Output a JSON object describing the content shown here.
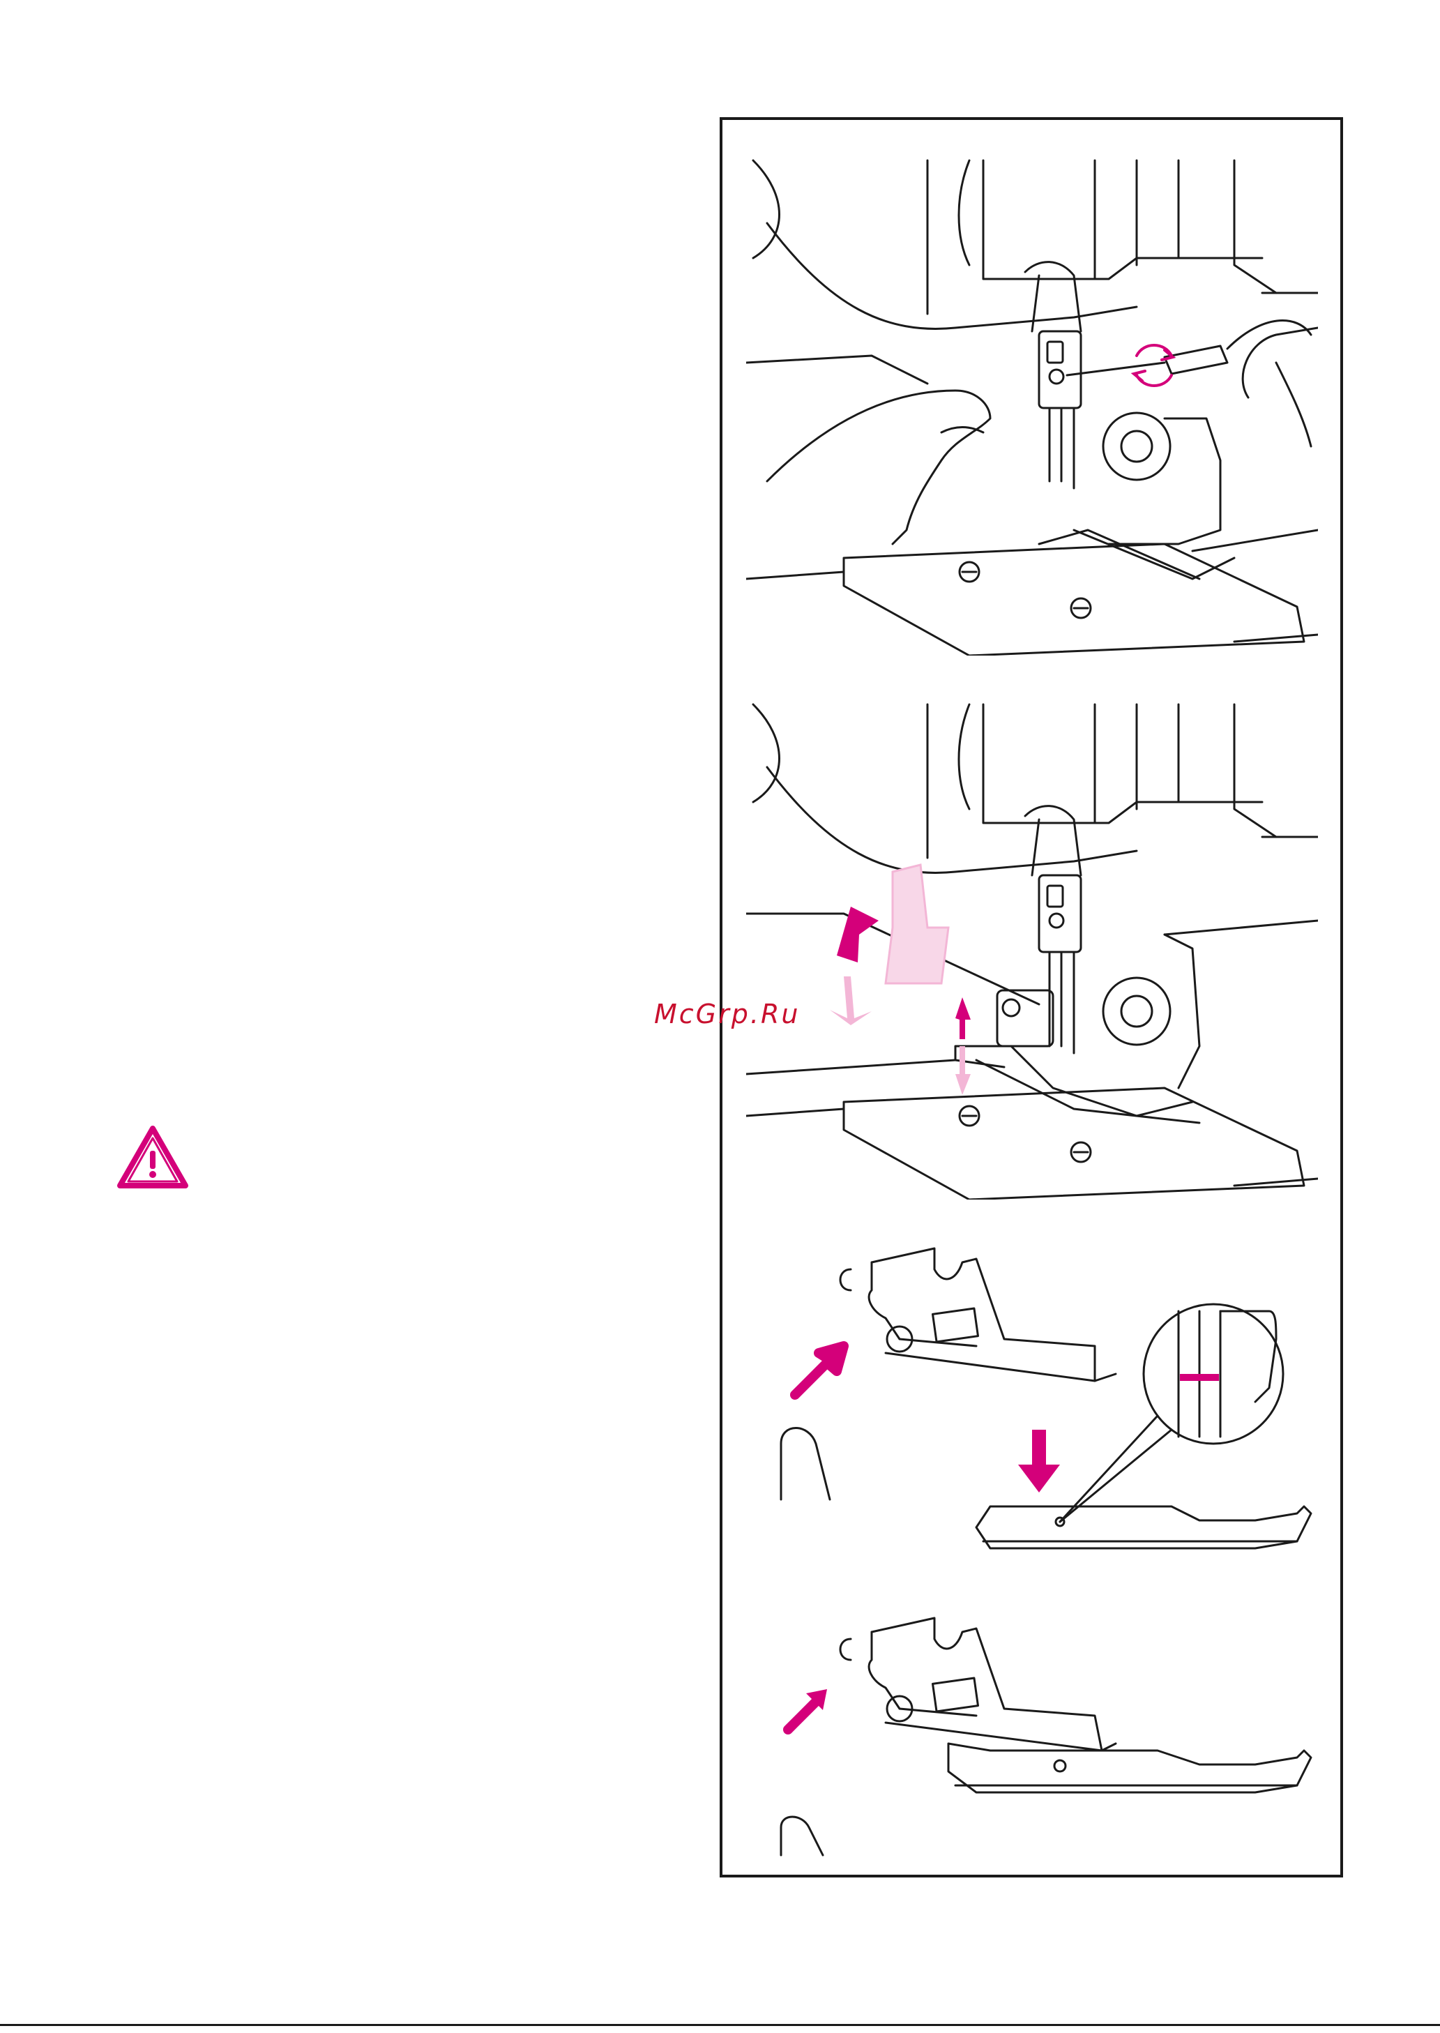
{
  "watermark": {
    "text": "McGrp.Ru"
  },
  "colors": {
    "accent": "#d4007a",
    "accent_light": "#f3b6d6",
    "line": "#1a1a1a"
  },
  "icons": {
    "warning": "warning-triangle-icon",
    "screwdriver_rotation": "rotation-arrows-icon",
    "up_arrow": "up-arrow-icon",
    "down_arrow": "down-arrow-icon"
  },
  "figures": [
    {
      "id": "fig-1",
      "subject": "needle-clamp-screw-loosening"
    },
    {
      "id": "fig-2",
      "subject": "presser-foot-lever-raise"
    },
    {
      "id": "fig-3",
      "subject": "presser-foot-detach"
    },
    {
      "id": "fig-4",
      "subject": "presser-foot-attach"
    }
  ]
}
